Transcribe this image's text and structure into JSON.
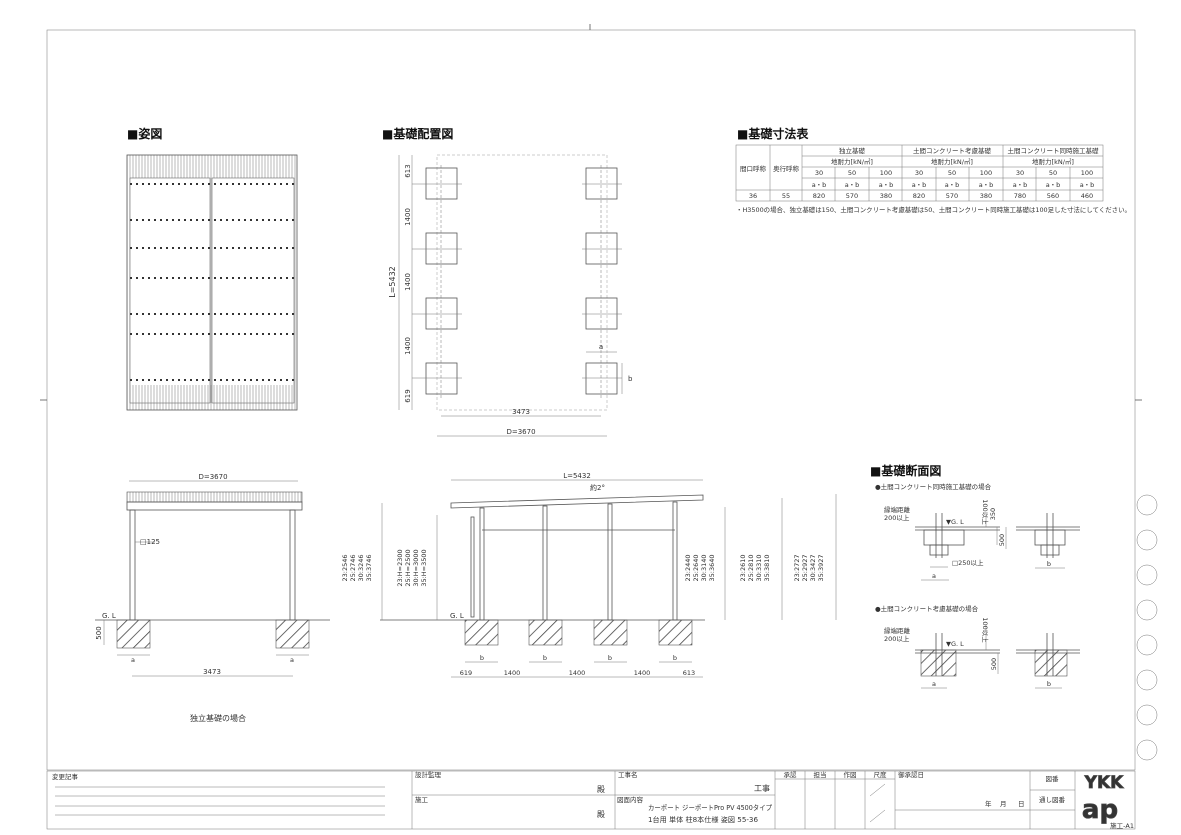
{
  "sections": {
    "elevation": "■姿図",
    "layout": "■基礎配置図",
    "table": "■基礎寸法表",
    "section": "■基礎断面図"
  },
  "layout_plan": {
    "length": "L=5432",
    "spacing": [
      "613",
      "1400",
      "1400",
      "1400",
      "619"
    ],
    "post_span": "3473",
    "depth": "D=3670",
    "a": "a",
    "b": "b"
  },
  "side_view": {
    "depth": "D=3670",
    "post": "□125",
    "gl": "G. L",
    "footing_depth": "500",
    "span": "3473",
    "a": "a",
    "caption": "独立基礎の場合"
  },
  "front_view": {
    "length": "L=5432",
    "slope": "約2°",
    "gl": "G. L",
    "left_heights": [
      "23:2546",
      "25:2746",
      "30:3246",
      "35:3746"
    ],
    "clear_heights": [
      "23:H=2300",
      "25:H=2500",
      "30:H=3000",
      "35:H=3500"
    ],
    "mid_heights": [
      "23:2440",
      "25:2640",
      "30:3140",
      "35:3640"
    ],
    "right_heights": [
      "23:2610",
      "25:2810",
      "30:3310",
      "35:3810"
    ],
    "top_heights": [
      "23:2727",
      "25:2927",
      "30:3427",
      "35:3927"
    ],
    "bottom_dims": [
      "619",
      "1400",
      "1400",
      "1400",
      "613"
    ],
    "b": "b"
  },
  "table": {
    "col_width": "間口呼称",
    "col_depth": "奥行呼称",
    "groups": [
      "独立基礎",
      "土間コンクリート考慮基礎",
      "土間コンクリート同時施工基礎"
    ],
    "bearing": "地耐力[kN/㎡]",
    "loads": [
      "30",
      "50",
      "100",
      "30",
      "50",
      "100",
      "30",
      "50",
      "100"
    ],
    "ab": "a・b",
    "row": [
      "36",
      "55",
      "820",
      "570",
      "380",
      "820",
      "570",
      "380",
      "780",
      "560",
      "460"
    ],
    "note": "・H3500の場合、独立基礎は150、土間コンクリート考慮基礎は50、土間コンクリート同時施工基礎は100足した寸法にしてください。"
  },
  "foundation_section": {
    "case1": "●土間コンクリート同時施工基礎の場合",
    "case2": "●土間コンクリート考慮基礎の場合",
    "edge_distance": "縁端距離",
    "edge_min": "200以上",
    "gl": "▼G. L",
    "min100": "100以上",
    "d350": "350",
    "d500": "500",
    "base250": "□250以上",
    "a": "a",
    "b": "b"
  },
  "title_block": {
    "change_record": "変更記事",
    "design_supervision": "設計監理",
    "construction": "施工",
    "honorific": "殿",
    "project_name_label": "工事名",
    "project_suffix": "工事",
    "drawing_content_label": "図面内容",
    "content_line1": "カーポート ジーポートPro PV 4500タイプ",
    "content_line2": "1台用 単体 柱8本仕様 姿図 55-36",
    "stamps": [
      "承認",
      "担当",
      "作図",
      "尺度"
    ],
    "approval_date": "御承認日",
    "date_units": [
      "年",
      "月",
      "日"
    ],
    "drawing_no": "図番",
    "serial_no": "通し図番",
    "logo": "YKK ap",
    "sheet": "施工-A1"
  }
}
